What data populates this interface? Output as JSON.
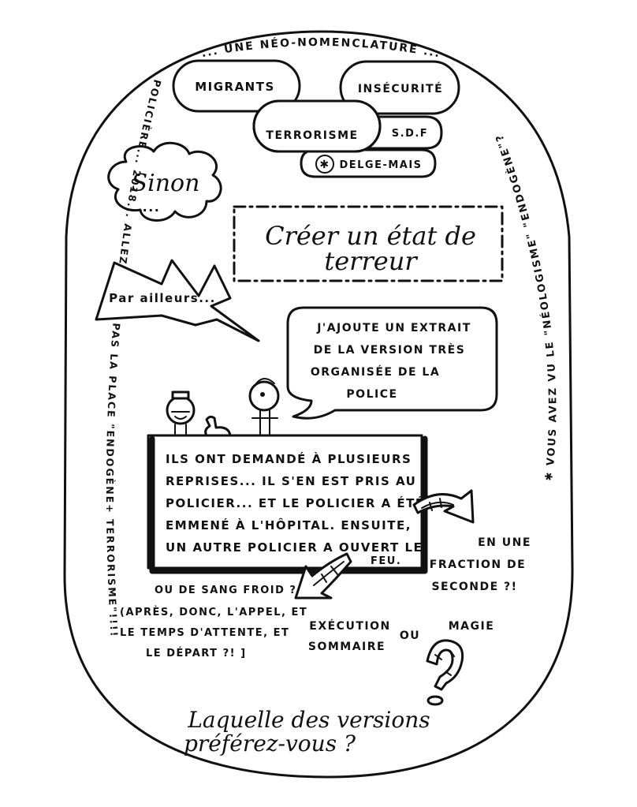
{
  "border_text": {
    "top": "... UNE NÉO-NOMENCLATURE ...",
    "left": "POLICIÈRE... 2018... ALLEZ VOIR G PAS LA PLACE \"ENDOGÈNE+ TERRORISME\"!!!!",
    "right": "✱ VOUS AVEZ VU LE \"NÉOLOGISME\" \"ENDOGÈNE\"?"
  },
  "keywords": {
    "migrants": "MIGRANTS",
    "insecurite": "INSÉCURITÉ",
    "terrorisme": "TERRORISME",
    "sdf": "S.D.F",
    "delge_mais": "DELGE-MAIS",
    "star": "✱"
  },
  "cloud": {
    "line1": "Sinon",
    "line2": "..."
  },
  "box": {
    "line1": "Créer un état de",
    "line2": "terreur"
  },
  "spike": {
    "text": "Par ailleurs..."
  },
  "speech": {
    "lines": [
      "J'AJOUTE UN EXTRAIT",
      "DE LA VERSION TRÈS",
      "ORGANISÉE DE LA",
      "POLICE"
    ]
  },
  "extract": {
    "lines": [
      "ILS ONT DEMANDÉ À PLUSIEURS",
      "REPRISES... IL S'EN EST PRIS AU",
      "POLICIER... ET LE POLICIER A ÉTÉ",
      "EMMENÉ À L'HÔPITAL. ENSUITE,",
      "UN AUTRE POLICIER A OUVERT LE",
      "FEU."
    ]
  },
  "right_note": {
    "lines": [
      "EN UNE",
      "FRACTION DE",
      "SECONDE ?!"
    ]
  },
  "left_note": {
    "lines": [
      "OU DE SANG FROID ?",
      "(APRÈS, DONC, L'APPEL, ET",
      "LE TEMPS D'ATTENTE, ET",
      "LE DÉPART ?! ]"
    ]
  },
  "choices": {
    "execution_line1": "EXÉCUTION",
    "execution_line2": "SOMMAIRE",
    "or": "OU",
    "magie": "MAGIE"
  },
  "question": {
    "line1": "Laquelle des versions",
    "line2": "préférez-vous ?"
  }
}
